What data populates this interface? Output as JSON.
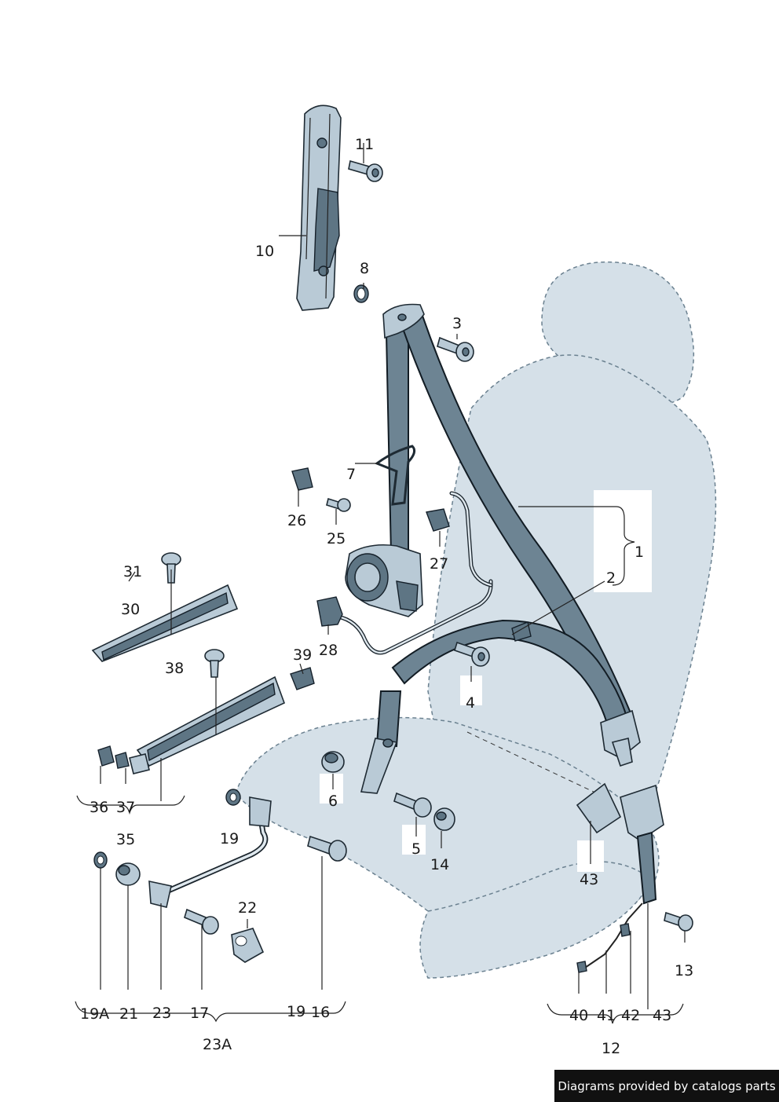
{
  "labels": {
    "l1": "1",
    "l2": "2",
    "l3": "3",
    "l4": "4",
    "l5": "5",
    "l6": "6",
    "l7": "7",
    "l8": "8",
    "l10": "10",
    "l11": "11",
    "l12": "12",
    "l13": "13",
    "l14": "14",
    "l16": "16",
    "l17": "17",
    "l19a": "19",
    "l19b": "19",
    "l19A": "19A",
    "l21": "21",
    "l22": "22",
    "l23": "23",
    "l23A": "23A",
    "l25": "25",
    "l26": "26",
    "l27": "27",
    "l28": "28",
    "l30": "30",
    "l31": "31",
    "l35": "35",
    "l36": "36",
    "l37": "37",
    "l38": "38",
    "l39": "39",
    "l40": "40",
    "l41": "41",
    "l42": "42",
    "l43a": "43",
    "l43b": "43"
  },
  "credit": "Diagrams provided by catalogs parts"
}
